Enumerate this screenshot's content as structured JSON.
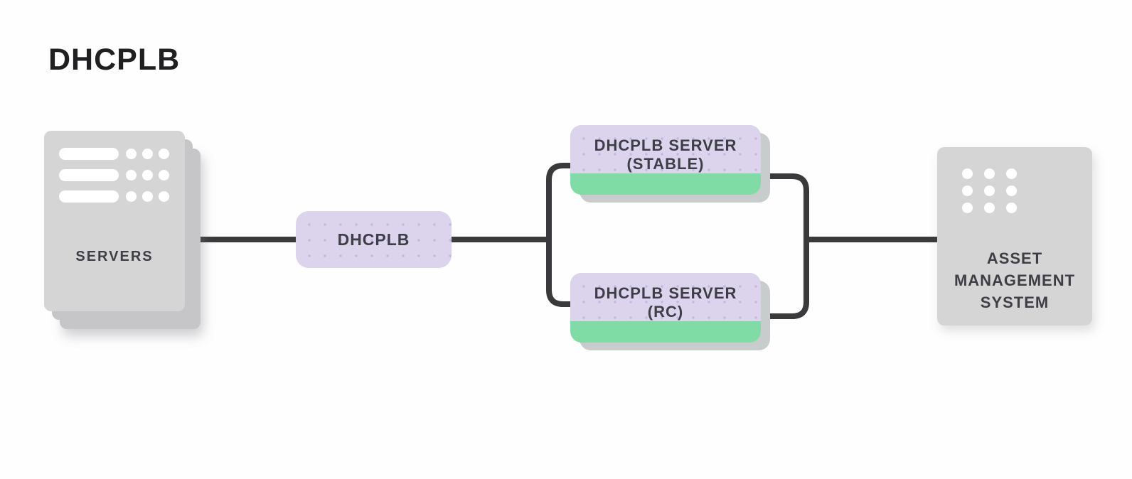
{
  "title": "DHCPLB",
  "colors": {
    "background": "#fefefe",
    "line": "#3a3a3c",
    "purple": "#dcd3ed",
    "green": "#7fdca4",
    "gray_card": "#d5d5d6",
    "gray_card_back": "#c6c6c8",
    "node_shadow": "#c9cccd",
    "icon_white": "#ffffff",
    "label_dark": "#3e3e46",
    "title_color": "#202023"
  },
  "nodes": {
    "servers": {
      "label": "SERVERS",
      "icon": "server-rack-icon"
    },
    "dhcplb": {
      "label": "DHCPLB"
    },
    "dhcplb_server_stable": {
      "lines": [
        "DHCPLB SERVER",
        "(STABLE)"
      ]
    },
    "dhcplb_server_rc": {
      "lines": [
        "DHCPLB SERVER",
        "(RC)"
      ]
    },
    "asset_management": {
      "lines": [
        "ASSET",
        "MANAGEMENT",
        "SYSTEM"
      ],
      "icon": "dots-grid-icon"
    }
  },
  "edges": [
    {
      "from": "servers",
      "to": "dhcplb"
    },
    {
      "from": "dhcplb",
      "to": "dhcplb_server_stable"
    },
    {
      "from": "dhcplb",
      "to": "dhcplb_server_rc"
    },
    {
      "from": "dhcplb_server_stable",
      "to": "asset_management"
    },
    {
      "from": "dhcplb_server_rc",
      "to": "asset_management"
    }
  ]
}
